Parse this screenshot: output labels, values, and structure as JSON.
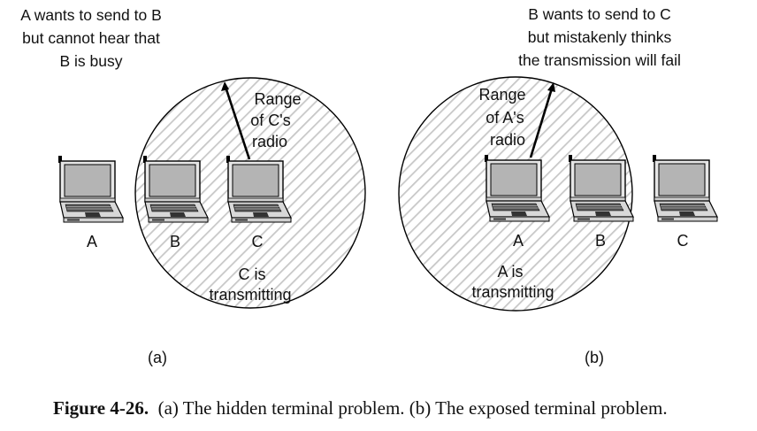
{
  "panels": [
    {
      "id": "a",
      "label": "(a)",
      "note_lines": [
        "A wants to send to B",
        "but cannot hear that",
        "B is busy"
      ],
      "range_label_lines": [
        "Range",
        "of C's",
        "radio"
      ],
      "transmit_label_lines": [
        "C is",
        "transmitting"
      ],
      "stations": [
        "A",
        "B",
        "C"
      ],
      "transmitter": "C"
    },
    {
      "id": "b",
      "label": "(b)",
      "note_lines": [
        "B wants to send to C",
        "but mistakenly thinks",
        "the transmission will fail"
      ],
      "range_label_lines": [
        "Range",
        "of A's",
        "radio"
      ],
      "transmit_label_lines": [
        "A is",
        "transmitting"
      ],
      "stations": [
        "A",
        "B",
        "C"
      ],
      "transmitter": "A"
    }
  ],
  "caption": {
    "figure_label": "Figure 4-26.",
    "text": "(a) The hidden terminal problem. (b) The exposed terminal problem."
  },
  "colors": {
    "hatch": "#c8c8c8",
    "outline": "#000000",
    "screen": "#b4b4b4",
    "body": "#d8d8d8",
    "touchpad": "#3a3a3a"
  }
}
